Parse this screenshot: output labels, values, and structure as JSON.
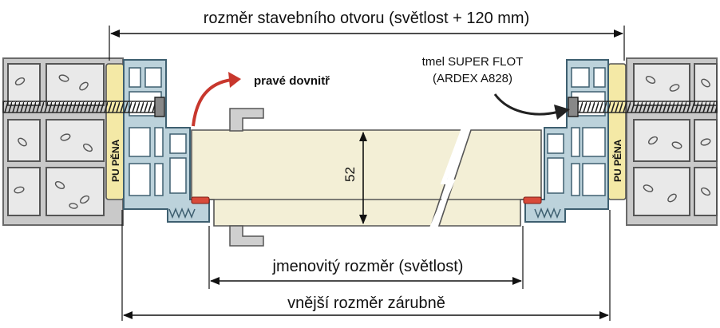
{
  "dimensions": {
    "wall_opening": "rozměr stavebního otvoru (světlost + 120 mm)",
    "nominal": "jmenovitý rozměr (světlost)",
    "outer_frame": "vnější rozměr zárubně",
    "door_thickness": "52"
  },
  "labels": {
    "opening_direction": "pravé dovnitř",
    "sealant_line1": "tmel SUPER FLOT",
    "sealant_line2": "(ARDEX A828)",
    "foam_left": "PU PĚNA",
    "foam_right": "PU PĚNA"
  },
  "colors": {
    "wall_fill": "#c9c9c9",
    "wall_stroke": "#6a6a6a",
    "frame_fill": "#bcd2db",
    "frame_stroke": "#3e5f70",
    "foam_fill": "#f4e9a6",
    "door_fill": "#f3efd6",
    "seal_red": "#d84a3a",
    "arrow_red": "#c8372d",
    "dim_line": "#111111"
  }
}
